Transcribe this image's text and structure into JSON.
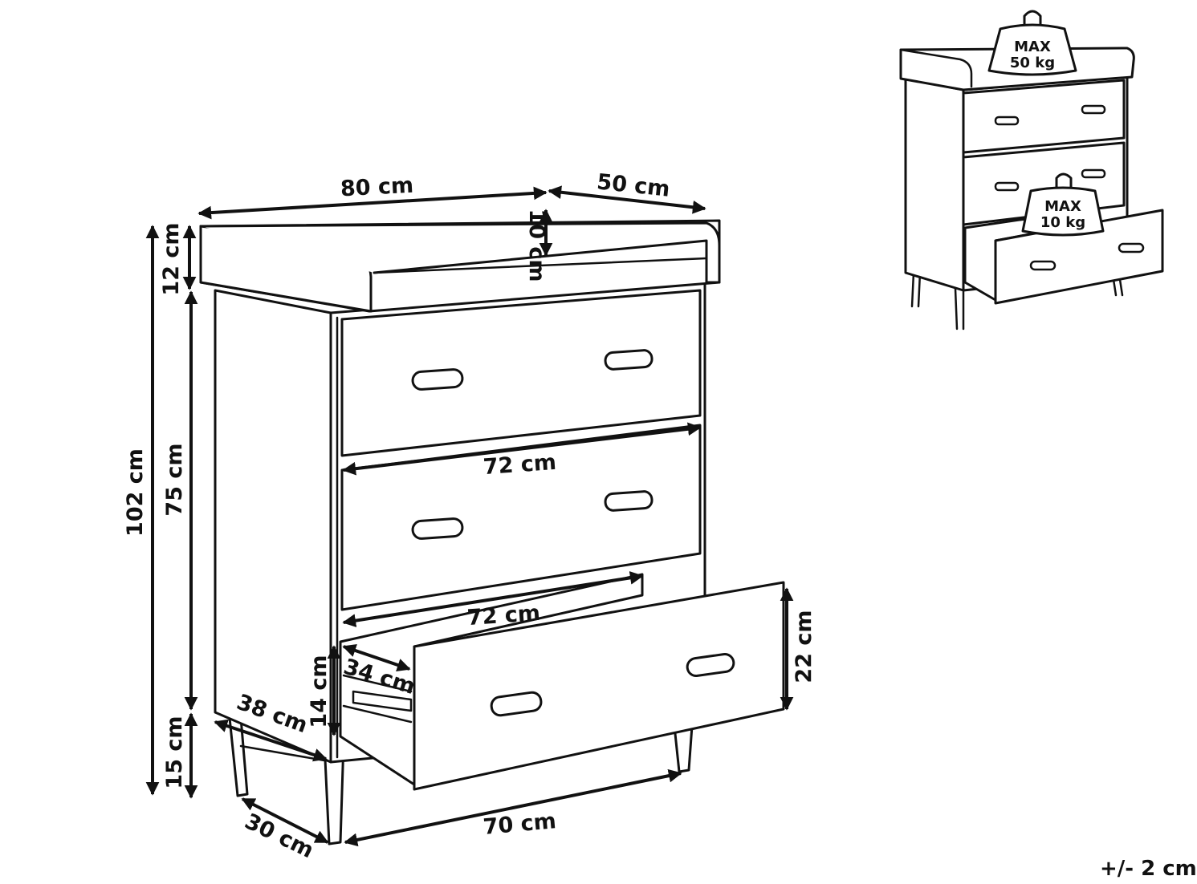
{
  "dimensions": {
    "top_width": "80 cm",
    "top_depth": "50 cm",
    "rail_height": "10 cm",
    "tray_height": "12 cm",
    "total_height": "102 cm",
    "body_height": "75 cm",
    "leg_height": "15 cm",
    "drawer_width_upper": "72 cm",
    "drawer_width_lower": "72 cm",
    "drawer_depth": "34 cm",
    "drawer_inner_height": "14 cm",
    "drawer_front_height": "22 cm",
    "body_depth": "38 cm",
    "leg_span_depth": "30 cm",
    "leg_span_width": "70 cm"
  },
  "load": {
    "top_label": "MAX",
    "top_value": "50 kg",
    "drawer_label": "MAX",
    "drawer_value": "10 kg"
  },
  "tolerance": "+/- 2 cm",
  "colors": {
    "line": "#111111",
    "background": "#ffffff"
  }
}
